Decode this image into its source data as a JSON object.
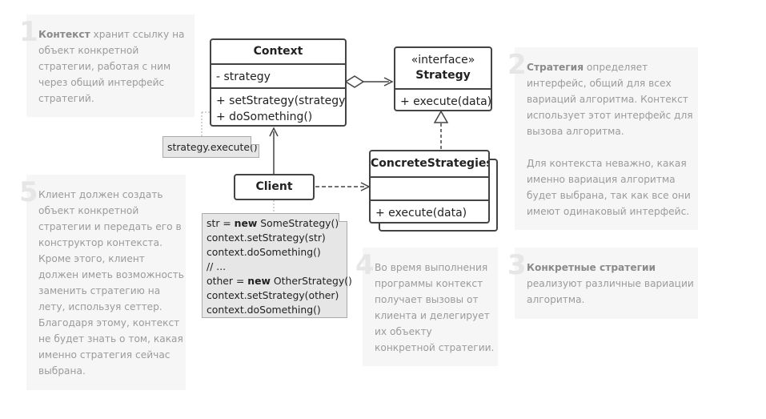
{
  "notes": [
    {
      "num": "1",
      "bold": "Контекст",
      "text": " хранит ссылку на\nобъект конкретной\nстратегии, работая с ним\nчерез общий интерфейс\nстратегий."
    },
    {
      "num": "2",
      "bold": "Стратегия",
      "text": " определяет\nинтерфейс, общий для всех\nвариаций алгоритма. Контекст\nиспользует этот интерфейс для\nвызова алгоритма.\n\nДля контекста неважно, какая\nименно вариация алгоритма\nбудет выбрана, так как все они\nимеют одинаковый интерфейс."
    },
    {
      "num": "3",
      "bold": "Конкретные стратегии",
      "text": "\nреализуют различные вариации\nалгоритма."
    },
    {
      "num": "4",
      "bold": "",
      "text": "Во время выполнения\nпрограммы контекст\nполучает вызовы от\nклиента и делегирует\nих объекту\nконкретной стратегии."
    },
    {
      "num": "5",
      "bold": "",
      "text": "Клиент должен создать\nобъект конкретной\nстратегии и передать его в\nконструктор контекста.\nКроме этого, клиент\nдолжен иметь возможность\nзаменить стратегию на\nлету, используя сеттер.\nБлагодаря этому, контекст\nне будет знать о том, какая\nименно стратегия сейчас\nвыбрана."
    }
  ],
  "context": {
    "name": "Context",
    "fields": [
      "- strategy"
    ],
    "methods": [
      "+ setStrategy(strategy)",
      "+ doSomething()"
    ]
  },
  "strategy": {
    "stereotype": "«interface»",
    "name": "Strategy",
    "methods": [
      "+ execute(data)"
    ]
  },
  "concrete": {
    "name": "ConcreteStrategies",
    "methods": [
      "+ execute(data)"
    ]
  },
  "client": {
    "name": "Client"
  },
  "context_note": "strategy.execute()",
  "client_code": [
    {
      "pre": "str = ",
      "kw": "new",
      "post": " SomeStrategy()"
    },
    {
      "pre": "context.setStrategy(str)",
      "kw": "",
      "post": ""
    },
    {
      "pre": "context.doSomething()",
      "kw": "",
      "post": ""
    },
    {
      "pre": "// ...",
      "kw": "",
      "post": ""
    },
    {
      "pre": "other = ",
      "kw": "new",
      "post": " OtherStrategy()"
    },
    {
      "pre": "context.setStrategy(other)",
      "kw": "",
      "post": ""
    },
    {
      "pre": "context.doSomething()",
      "kw": "",
      "post": ""
    }
  ]
}
